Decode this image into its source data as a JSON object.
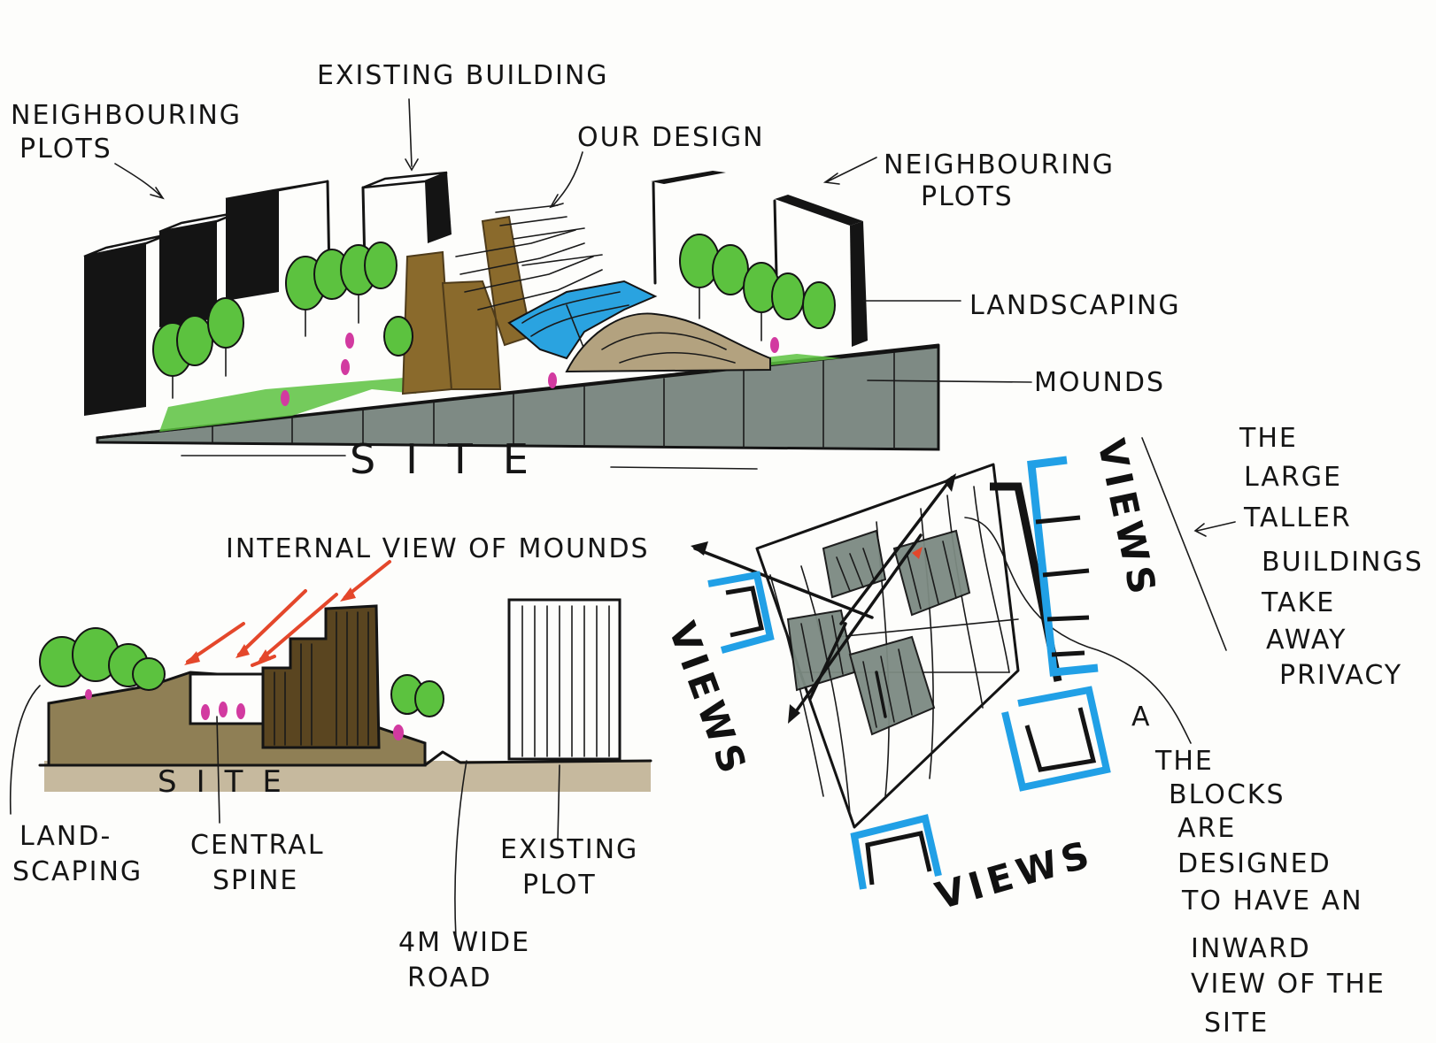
{
  "colors": {
    "ink": "#141414",
    "tree_green": "#5cc23f",
    "building_brown": "#8a6a2c",
    "dark_brown": "#4e3b1a",
    "mound_tan": "#b3a27f",
    "ground_grey": "#7e8a84",
    "water_blue": "#2aa3e0",
    "accent_magenta": "#d23aa0",
    "arrow_red": "#e4472b",
    "views_blue": "#21a0e6"
  },
  "top_sketch": {
    "label_neighbouring_plots_left": "NEIGHBOURING\nPLOTS",
    "label_existing_building": "EXISTING BUILDING",
    "label_our_design": "OUR DESIGN",
    "label_neighbouring_plots_right": "NEIGHBOURING\nPLOTS",
    "label_landscaping": "LANDSCAPING",
    "label_mounds": "MOUNDS",
    "label_site": "SITE"
  },
  "section_sketch": {
    "label_internal_view": "INTERNAL VIEW OF MOUNDS",
    "label_site": "SITE",
    "label_landscaping": "LAND-\nSCAPING",
    "label_central_spine": "CENTRAL\nSPINE",
    "label_existing_plot": "EXISTING\nPLOT",
    "label_road": "4M WIDE\nROAD"
  },
  "plan_sketch": {
    "views_label": "VIEWS",
    "label_large_buildings": "THE\nLARGE\nTALLER\nBUILDINGS\nTAKE\nAWAY\nPRIVACY",
    "label_blocks": "THE\nBLOCKS\nARE\nDESIGNED\nTO HAVE AN\nINWARD\nVIEW OF THE\nSITE",
    "marker_a": "A"
  }
}
